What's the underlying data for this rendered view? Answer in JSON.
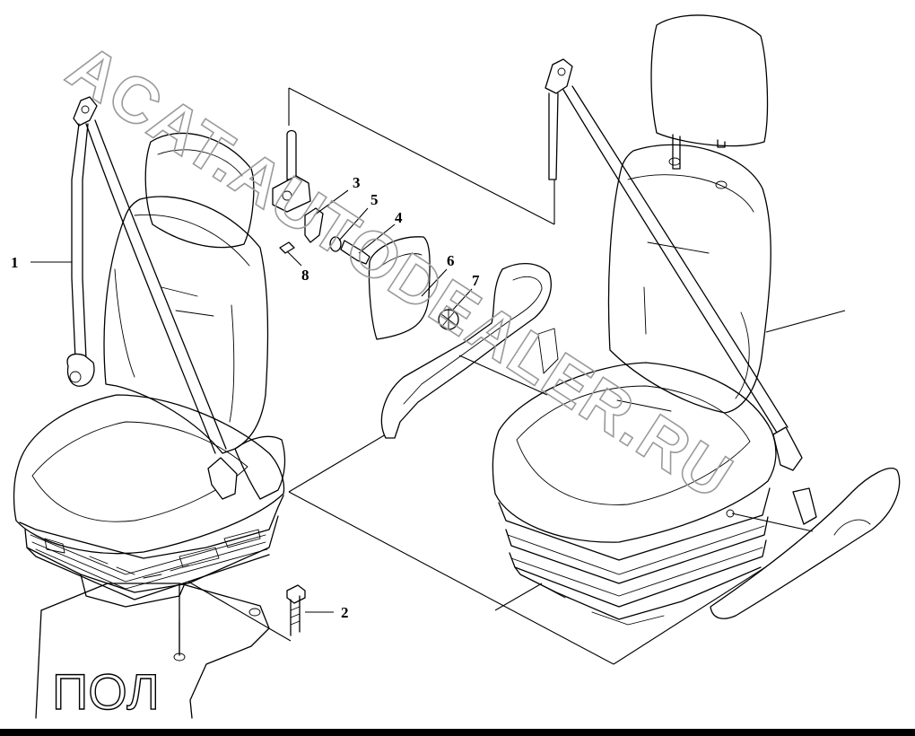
{
  "watermark": "ACAT.AUTODEALER.RU",
  "floor_marking": "ПОЛ",
  "callouts": [
    {
      "id": "1",
      "label": "1"
    },
    {
      "id": "2",
      "label": "2"
    },
    {
      "id": "3",
      "label": "3"
    },
    {
      "id": "4",
      "label": "4"
    },
    {
      "id": "5",
      "label": "5"
    },
    {
      "id": "6",
      "label": "6"
    },
    {
      "id": "7",
      "label": "7"
    },
    {
      "id": "8",
      "label": "8"
    }
  ],
  "colors": {
    "line": "#000000",
    "watermark": "#9a9a9a",
    "background": "#ffffff"
  }
}
